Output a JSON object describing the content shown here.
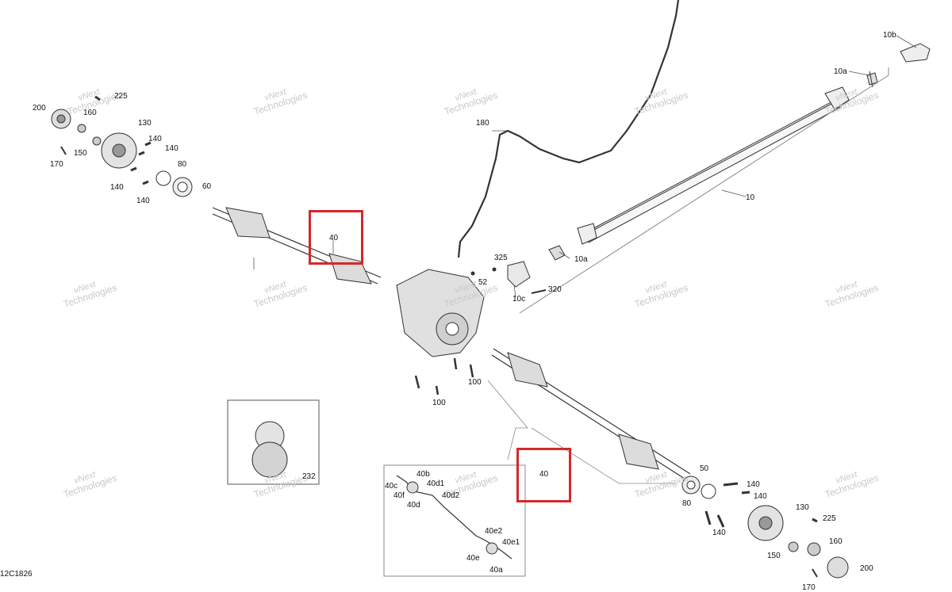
{
  "diagram_code": "12C1826",
  "watermark": {
    "line1": "vNext",
    "line2": "Technologies"
  },
  "highlight_color": "#d62828",
  "labels": {
    "l225_top": "225",
    "l200_top": "200",
    "l160_top": "160",
    "l130_top": "130",
    "l150_top": "150",
    "l170_top": "170",
    "l140_a": "140",
    "l140_b": "140",
    "l140_c": "140",
    "l140_d": "140",
    "l80_top": "80",
    "l60": "60",
    "l40_left": "40",
    "l180": "180",
    "l10b": "10b",
    "l10a_top": "10a",
    "l10": "10",
    "l10a_mid": "10a",
    "l10c": "10c",
    "l325": "325",
    "l320": "320",
    "l100_a": "100",
    "l100_b": "100",
    "l232": "232",
    "l40_box": "40",
    "l40b": "40b",
    "l40c": "40c",
    "l40f": "40f",
    "l40d1": "40d1",
    "l40d2": "40d2",
    "l40d": "40d",
    "l40e2": "40e2",
    "l40e1": "40e1",
    "l40e": "40e",
    "l40a": "40a",
    "l50": "50",
    "l80_bot": "80",
    "l140_e": "140",
    "l140_f": "140",
    "l140_g": "140",
    "l130_bot": "130",
    "l225_bot": "225",
    "l160_bot": "160",
    "l150_bot": "150",
    "l200_bot": "200",
    "l170_bot": "170",
    "l52": "52"
  }
}
